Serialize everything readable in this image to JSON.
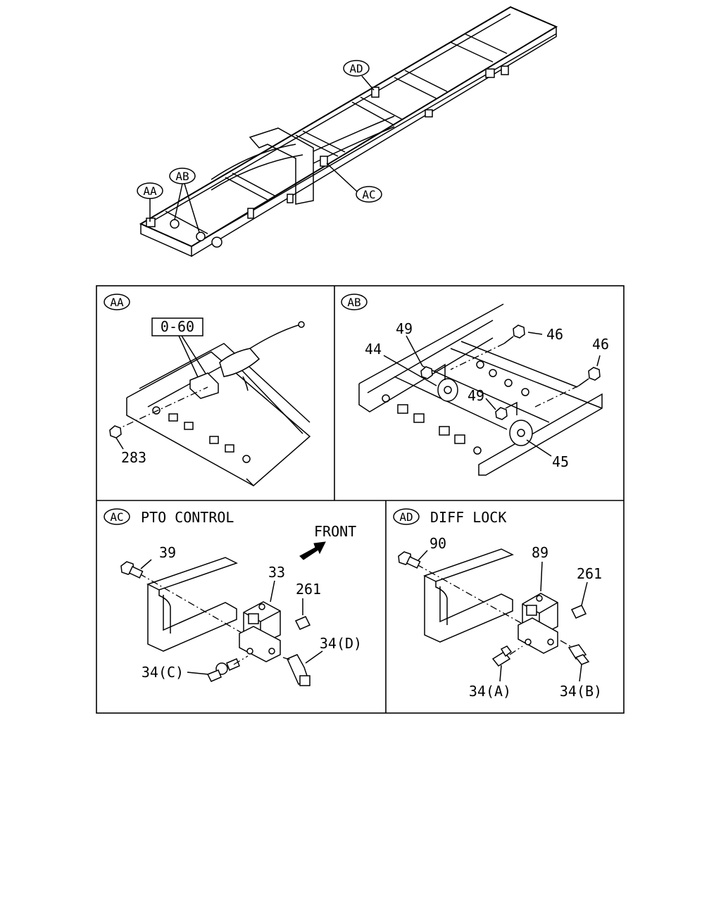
{
  "overview": {
    "callouts": {
      "aa": "AA",
      "ab": "AB",
      "ac": "AC",
      "ad": "AD"
    }
  },
  "panels": {
    "aa": {
      "tag": "AA",
      "parts": {
        "p283": "283"
      },
      "ref_box": "0-60"
    },
    "ab": {
      "tag": "AB",
      "parts": {
        "p49a": "49",
        "p44": "44",
        "p46a": "46",
        "p46b": "46",
        "p49b": "49",
        "p45": "45"
      }
    },
    "ac": {
      "tag": "AC",
      "title": "PTO CONTROL",
      "front_label": "FRONT",
      "parts": {
        "p39": "39",
        "p33": "33",
        "p261": "261",
        "p34d": "34(D)",
        "p34c": "34(C)"
      }
    },
    "ad": {
      "tag": "AD",
      "title": "DIFF LOCK",
      "parts": {
        "p90": "90",
        "p89": "89",
        "p261": "261",
        "p34a": "34(A)",
        "p34b": "34(B)"
      }
    }
  }
}
